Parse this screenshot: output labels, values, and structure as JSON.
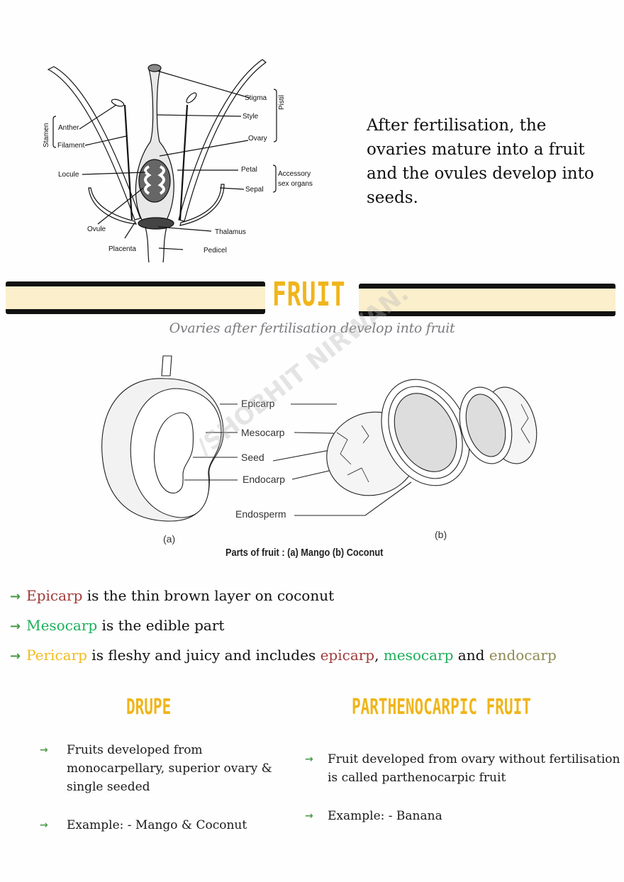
{
  "flower_diagram": {
    "labels": {
      "stigma": "Stigma",
      "style": "Style",
      "ovary": "Ovary",
      "pistil": "Pistil",
      "petal": "Petal",
      "sepal": "Sepal",
      "accessory": [
        "Accessory",
        "sex organs"
      ],
      "stamen": "Stamen",
      "anther": "Anther",
      "filament": "Filament",
      "locule": "Locule",
      "ovule": "Ovule",
      "placenta": "Placenta",
      "thalamus": "Thalamus",
      "pedicel": "Pedicel"
    }
  },
  "intro_text": "After fertilisation, the ovaries mature into a fruit and the ovules develop into seeds.",
  "banner": {
    "title": "FRUIT",
    "subtitle": "Ovaries after fertilisation develop into fruit",
    "bar_color": "#fbefcc",
    "title_color": "#f0b51b"
  },
  "fruit_diagram": {
    "labels": {
      "epicarp": "Epicarp",
      "mesocarp": "Mesocarp",
      "seed": "Seed",
      "endocarp": "Endocarp",
      "endosperm": "Endosperm",
      "a": "(a)",
      "b": "(b)"
    },
    "caption": "Parts of fruit : (a) Mango (b) Coconut",
    "watermark": "/SHOBHIT NIRWAN."
  },
  "bullets": [
    {
      "term": "Epicarp",
      "term_color": "#a23b3b",
      "rest": " is the thin brown layer on coconut"
    },
    {
      "term": "Mesocarp",
      "term_color": "#1caf5a",
      "rest": " is the edible part"
    },
    {
      "term": "Pericarp",
      "term_color": "#f2bb1e",
      "rest": " is fleshy and juicy and includes ",
      "parts": [
        {
          "text": "epicarp",
          "color": "#a23b3b"
        },
        {
          "text": ", ",
          "color": "#111111"
        },
        {
          "text": "mesocarp",
          "color": "#1caf5a"
        },
        {
          "text": " and ",
          "color": "#111111"
        },
        {
          "text": "endocarp",
          "color": "#8e8a52"
        }
      ]
    }
  ],
  "drupe": {
    "title": "DRUPE",
    "points": [
      "Fruits developed from monocarpellary, superior ovary & single seeded",
      "Example: - Mango & Coconut"
    ]
  },
  "parthenocarpic": {
    "title": "PARTHENOCARPIC FRUIT",
    "points": [
      "Fruit developed from ovary without fertilisation is called parthenocarpic fruit",
      "Example: - Banana"
    ]
  },
  "icons": {
    "bullet": "→"
  }
}
